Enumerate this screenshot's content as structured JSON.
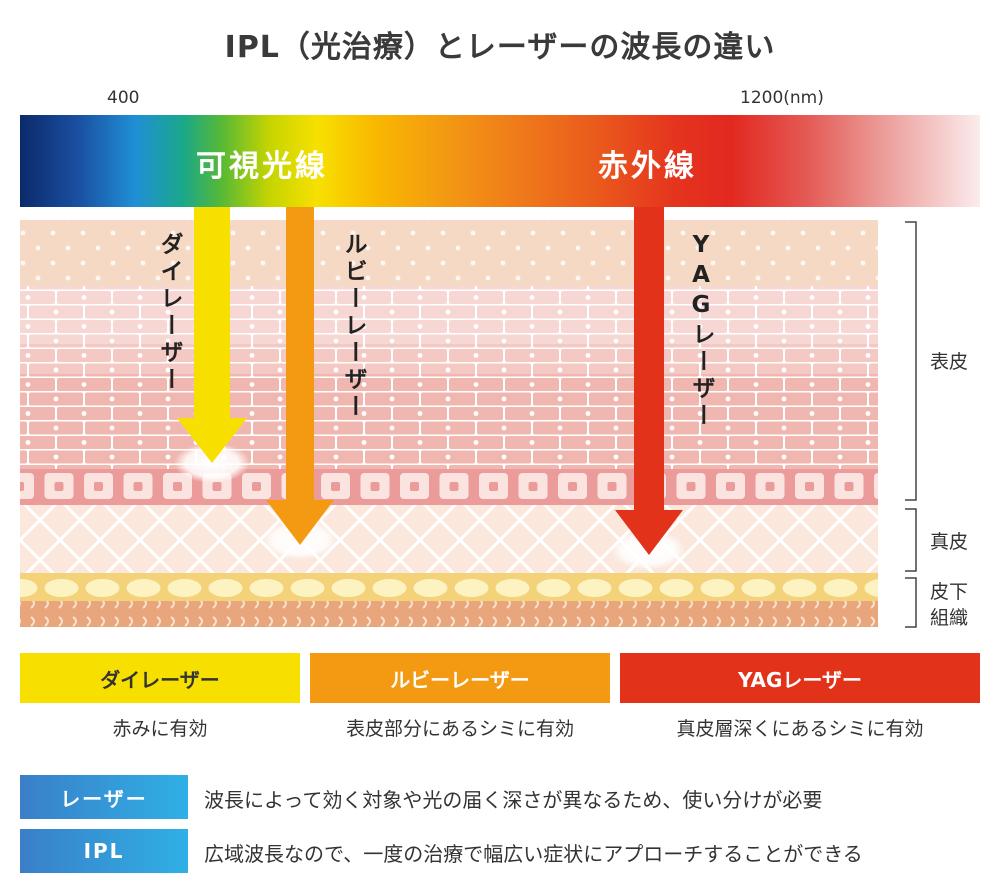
{
  "title": "IPL（光治療）とレーザーの波長の違い",
  "spectrum": {
    "min_label": "400",
    "max_label": "1200(nm)",
    "visible_label": "可視光線",
    "infrared_label": "赤外線"
  },
  "lasers": [
    {
      "name": "ダイレーザー",
      "vertical": "ダイレーザー",
      "color": "#f7e000",
      "target": "赤みに有効"
    },
    {
      "name": "ルビーレーザー",
      "vertical": "ルビーレーザー",
      "color": "#f39a12",
      "target": "表皮部分にあるシミに有効"
    },
    {
      "name": "YAGレーザー",
      "vertical": "YAGレーザー",
      "color": "#e2321a",
      "target": "真皮層深くにあるシミに有効"
    }
  ],
  "layers": {
    "epidermis": "表皮",
    "dermis": "真皮",
    "subcutis": "皮下組織",
    "subcutis_line1": "皮下",
    "subcutis_line2": "組織"
  },
  "comparison": [
    {
      "tag": "レーザー",
      "color": "#3a8fd2",
      "desc": "波長によって効く対象や光の届く深さが異なるため、使い分けが必要"
    },
    {
      "tag": "IPL",
      "color": "#3a9be0",
      "desc": "広域波長なので、一度の治療で幅広い症状にアプローチすることができる"
    }
  ]
}
